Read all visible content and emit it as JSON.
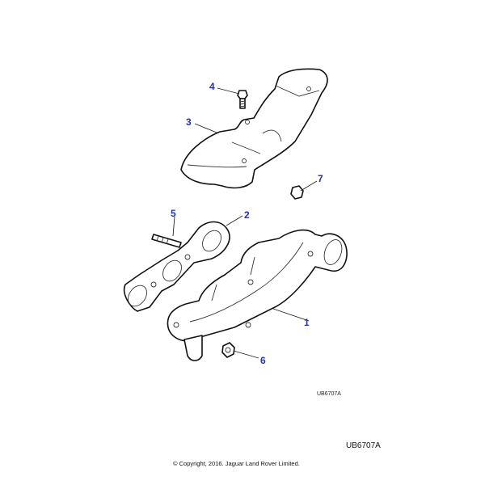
{
  "diagram": {
    "callouts": [
      "1",
      "2",
      "3",
      "4",
      "5",
      "6",
      "7"
    ],
    "parts": [
      "exhaust-manifold",
      "manifold-gasket",
      "heat-shield",
      "heat-shield-bolt",
      "manifold-stud",
      "manifold-nut",
      "heat-shield-nut"
    ]
  },
  "illustration_ref_small": "UB6707A",
  "illustration_ref_large": "UB6707A",
  "copyright": "© Copyright, 2016. Jaguar Land Rover Limited.",
  "colors": {
    "callout": "#1f2fd8",
    "line": "#111111"
  }
}
